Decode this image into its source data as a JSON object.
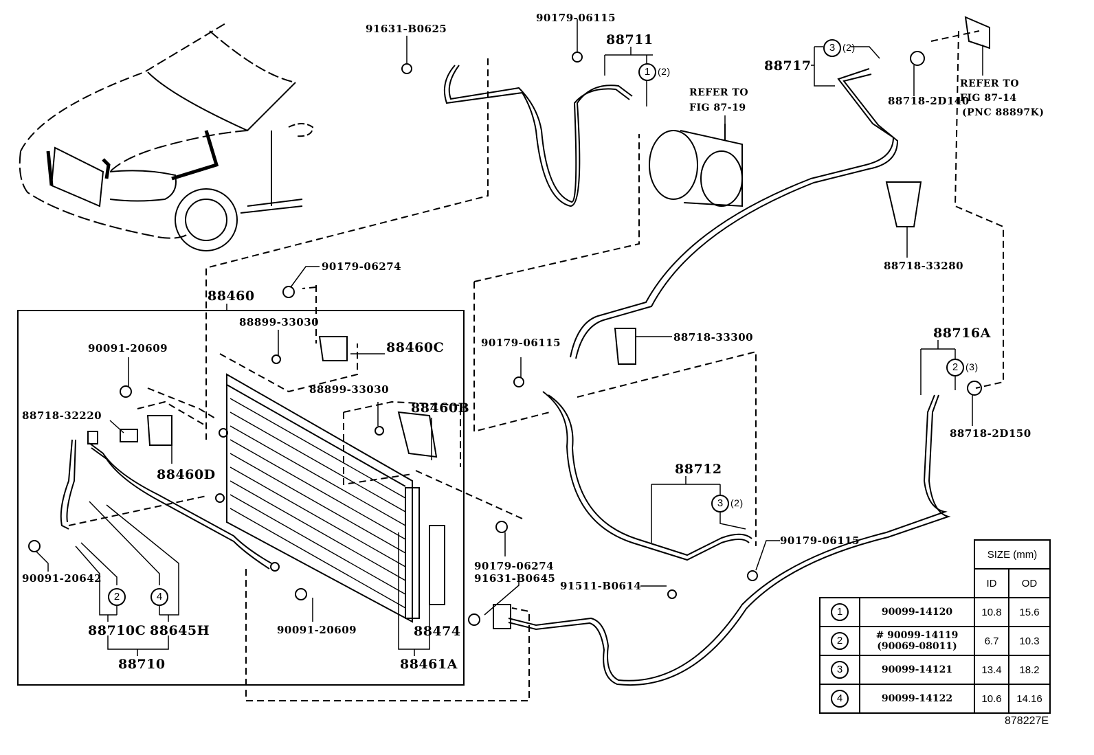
{
  "figure_id": "878227E",
  "labels": {
    "p91631_B0625_top": "91631-B0625",
    "p90179_06115_top": "90179-06115",
    "p88711": "88711",
    "p88711_qty": "(2)",
    "refer_87_19_l1": "REFER TO",
    "refer_87_19_l2": "FIG 87-19",
    "p88717": "88717",
    "p88717_qty": "(2)",
    "p88718_2D140": "88718-2D140",
    "refer_87_14_l1": "REFER TO",
    "refer_87_14_l2": "FIG 87-14",
    "refer_87_14_l3": "(PNC 88897K)",
    "p88718_33280": "88718-33280",
    "p90179_06274_top": "90179-06274",
    "p88460": "88460",
    "p88899_33030_a": "88899-33030",
    "p88460C": "88460C",
    "p90091_20609_a": "90091-20609",
    "p88899_33030_b": "88899-33030",
    "p88460B": "88460B",
    "p88718_32220": "88718-32220",
    "p88460D": "88460D",
    "p90091_20642": "90091-20642",
    "p88710C": "88710C",
    "p88645H": "88645H",
    "p88710": "88710",
    "p90091_20609_b": "90091-20609",
    "p88474": "88474",
    "p88461A": "88461A",
    "p90179_06274_bot": "90179-06274",
    "p91631_B0645": "91631-B0645",
    "p90179_06115_mid": "90179-06115",
    "p88718_33300": "88718-33300",
    "p88712": "88712",
    "p88712_qty": "(2)",
    "p90179_06115_right": "90179-06115",
    "p91511_B0614": "91511-B0614",
    "p88716A": "88716A",
    "p88716A_qty": "(3)",
    "p88718_2D150": "88718-2D150"
  },
  "callouts": {
    "c88711": "1",
    "c88717": "3",
    "c88712": "3",
    "c88716A": "2",
    "c88710C": "2",
    "c88645H": "4"
  },
  "size_table": {
    "header": "SIZE (mm)",
    "col_id": "ID",
    "col_od": "OD",
    "rows": [
      {
        "ref": "1",
        "part": "90099-14120",
        "part2": "",
        "id": "10.8",
        "od": "15.6"
      },
      {
        "ref": "2",
        "part": "# 90099-14119",
        "part2": "(90069-08011)",
        "id": "6.7",
        "od": "10.3"
      },
      {
        "ref": "3",
        "part": "90099-14121",
        "part2": "",
        "id": "13.4",
        "od": "18.2"
      },
      {
        "ref": "4",
        "part": "90099-14122",
        "part2": "",
        "id": "10.6",
        "od": "14.16"
      }
    ]
  }
}
